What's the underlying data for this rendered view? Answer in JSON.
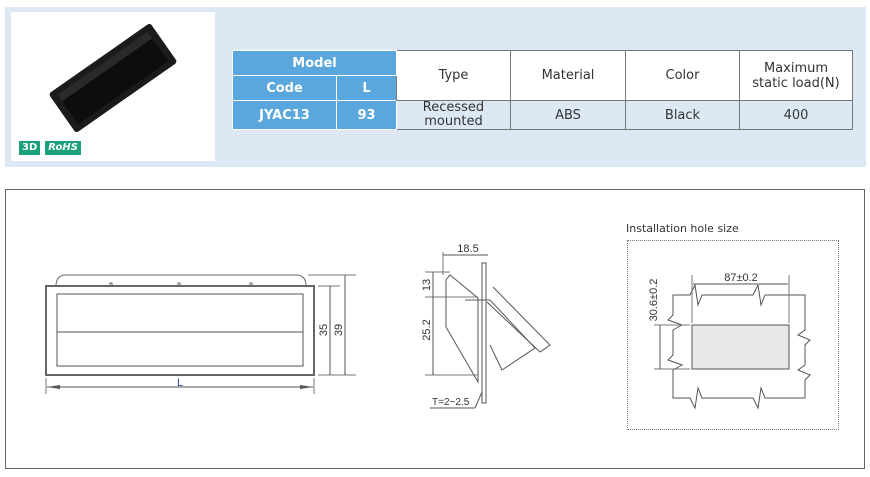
{
  "product": {
    "badges": [
      "3D",
      "RoHS"
    ],
    "image_alt": "Black recessed rectangular handle"
  },
  "spec_table": {
    "headers": {
      "model": "Model",
      "code": "Code",
      "l": "L",
      "type": "Type",
      "material": "Material",
      "color": "Color",
      "max_load_line1": "Maximum",
      "max_load_line2": "static load(N)"
    },
    "rows": [
      {
        "code": "JYAC13",
        "l": "93",
        "type_line1": "Recessed",
        "type_line2": "mounted",
        "material": "ABS",
        "color": "Black",
        "max_load": "400"
      }
    ]
  },
  "drawing": {
    "front_view": {
      "width_label": "L",
      "inner_height": "35",
      "outer_height": "39"
    },
    "side_view": {
      "top_width": "18.5",
      "upper_height": "13",
      "lower_height": "25.2",
      "thickness": "T=2~2.5"
    },
    "installation_hole": {
      "title": "Installation hole size",
      "width": "87±0.2",
      "height": "30.6±0.2"
    }
  },
  "colors": {
    "panel_bg": "#dde8f5",
    "header_blue": "#5aa7dd",
    "badge_green": "#1aa07a"
  }
}
